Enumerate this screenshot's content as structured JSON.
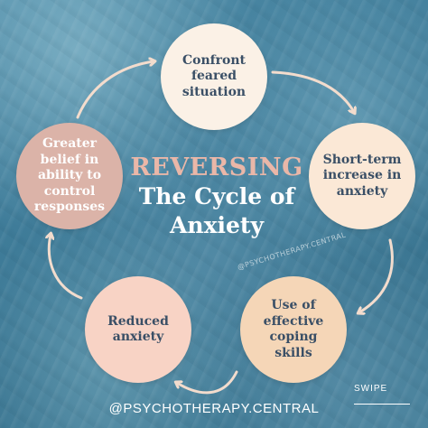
{
  "title": {
    "line1": "REVERSING",
    "line2": "The Cycle of",
    "line3": "Anxiety"
  },
  "steps": [
    "Confront feared situation",
    "Short-term increase in anxiety",
    "Use of effective coping skills",
    "Reduced anxiety",
    "Greater belief in ability to control responses"
  ],
  "watermark": "@PSYCHOTHERAPY.CENTRAL",
  "footer_handle": "@PSYCHOTHERAPY.CENTRAL",
  "swipe_label": "SWIPE",
  "colors": {
    "title_accent": "#eab7a8",
    "node_text": "#3a4f66",
    "arrows": "#f3dccd",
    "node_fills": [
      "#fbf1e6",
      "#fbe8d6",
      "#f5d6b7",
      "#f8d3c5",
      "#dbb3a8"
    ]
  }
}
